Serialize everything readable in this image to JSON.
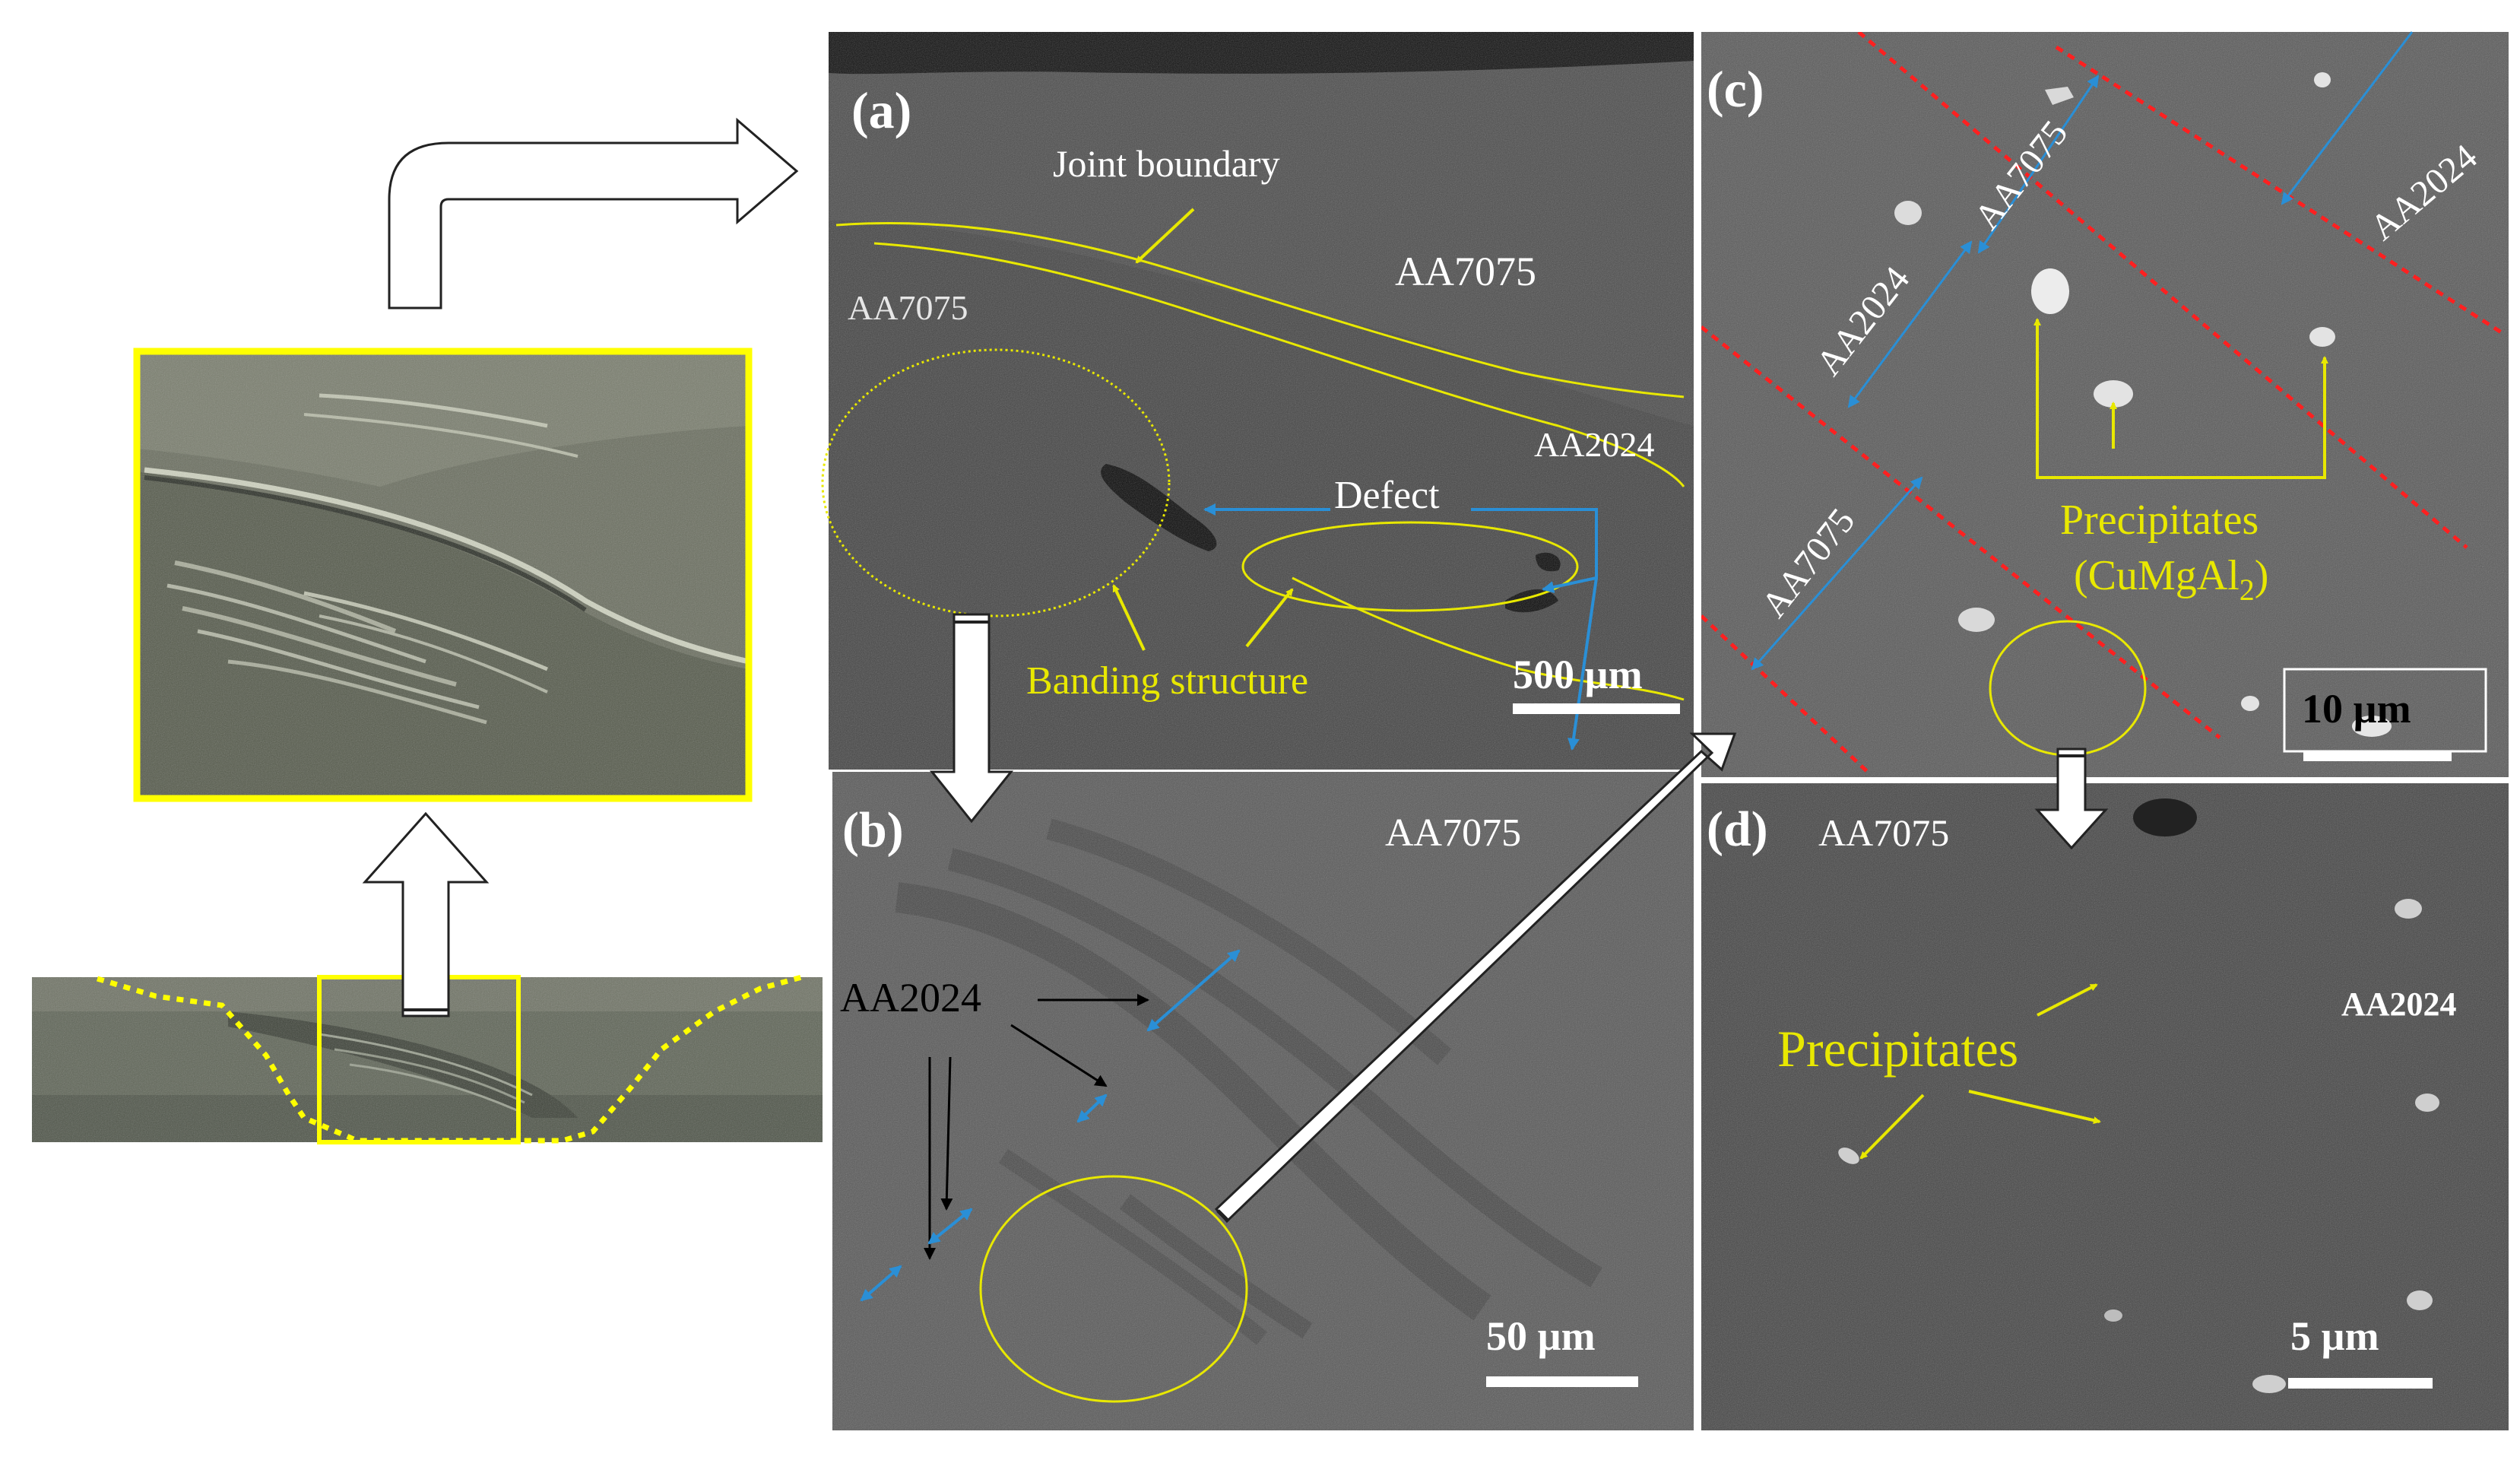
{
  "panels": {
    "a": {
      "label": "(a)",
      "joint_boundary": "Joint boundary",
      "region_left": "AA7075",
      "region_right": "AA7075",
      "region_lower": "AA2024",
      "defect": "Defect",
      "banding": "Banding structure",
      "scale": "500 µm"
    },
    "b": {
      "label": "(b)",
      "region_top": "AA7075",
      "region_band": "AA2024",
      "scale": "50 µm"
    },
    "c": {
      "label": "(c)",
      "band_1": "AA7075",
      "band_2": "AA2024",
      "band_3": "AA2024",
      "band_4": "AA7075",
      "precipitates": "Precipitates",
      "compound_prefix": "(CuMgAl",
      "compound_sub": "2",
      "compound_suffix": ")",
      "scale": "10 µm"
    },
    "d": {
      "label": "(d)",
      "region_left": "AA7075",
      "region_right": "AA2024",
      "precipitates": "Precipitates",
      "scale": "5 µm"
    }
  },
  "colors": {
    "highlight": "#ffff00",
    "annotation_yellow": "#e8e800",
    "arrow_blue": "#2a8fd6",
    "red_boundary": "#ff2020"
  }
}
